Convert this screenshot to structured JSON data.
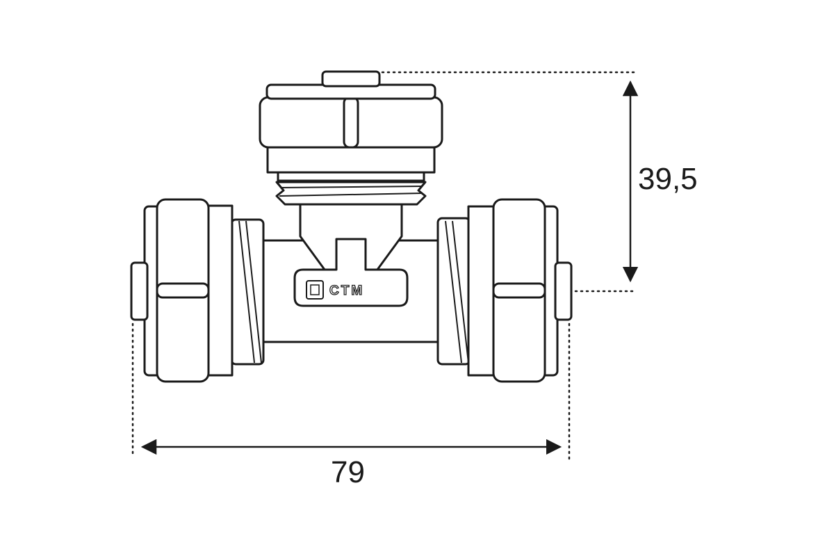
{
  "diagram": {
    "logo": {
      "text": "CTM"
    },
    "dimensions": {
      "height": {
        "value": "39,5"
      },
      "width": {
        "value": "79"
      }
    },
    "colors": {
      "line": "#1a1a1a",
      "fill": "#ffffff"
    }
  }
}
